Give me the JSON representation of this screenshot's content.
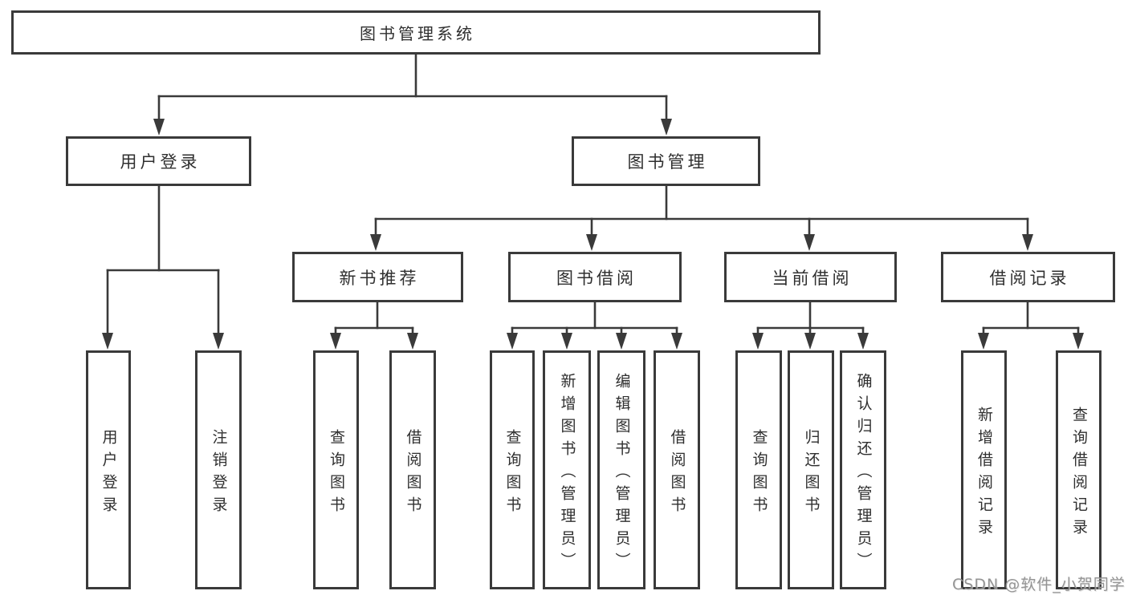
{
  "diagram": {
    "title": "图书管理系统",
    "nodes": {
      "root": {
        "label": "图书管理系统"
      },
      "user_login": {
        "label": "用户登录"
      },
      "book_mgmt": {
        "label": "图书管理"
      },
      "new_book_rec": {
        "label": "新书推荐"
      },
      "book_borrow": {
        "label": "图书借阅"
      },
      "current_borrow": {
        "label": "当前借阅"
      },
      "borrow_records": {
        "label": "借阅记录"
      },
      "ul_login": {
        "label": "用户登录"
      },
      "ul_logout": {
        "label": "注销登录"
      },
      "nb_query": {
        "label": "查询图书"
      },
      "nb_borrow": {
        "label": "借阅图书"
      },
      "bb_query": {
        "label": "查询图书"
      },
      "bb_add": {
        "label": "新增图书（管理员）"
      },
      "bb_edit": {
        "label": "编辑图书（管理员）"
      },
      "bb_borrow": {
        "label": "借阅图书"
      },
      "cb_query": {
        "label": "查询图书"
      },
      "cb_return": {
        "label": "归还图书"
      },
      "cb_confirm": {
        "label": "确认归还（管理员）"
      },
      "br_add": {
        "label": "新增借阅记录"
      },
      "br_query": {
        "label": "查询借阅记录"
      }
    },
    "tree": {
      "root": [
        "user_login",
        "book_mgmt"
      ],
      "user_login": [
        "ul_login",
        "ul_logout"
      ],
      "book_mgmt": [
        "new_book_rec",
        "book_borrow",
        "current_borrow",
        "borrow_records"
      ],
      "new_book_rec": [
        "nb_query",
        "nb_borrow"
      ],
      "book_borrow": [
        "bb_query",
        "bb_add",
        "bb_edit",
        "bb_borrow"
      ],
      "current_borrow": [
        "cb_query",
        "cb_return",
        "cb_confirm"
      ],
      "borrow_records": [
        "br_add",
        "br_query"
      ]
    },
    "colors": {
      "line": "#3a3a3a",
      "text": "#2f2f2f",
      "box_fill": "#ffffff",
      "watermark": "#8c8c8c",
      "background": "#ffffff"
    }
  },
  "watermark": {
    "text": "CSDN @软件_小贺同学"
  }
}
